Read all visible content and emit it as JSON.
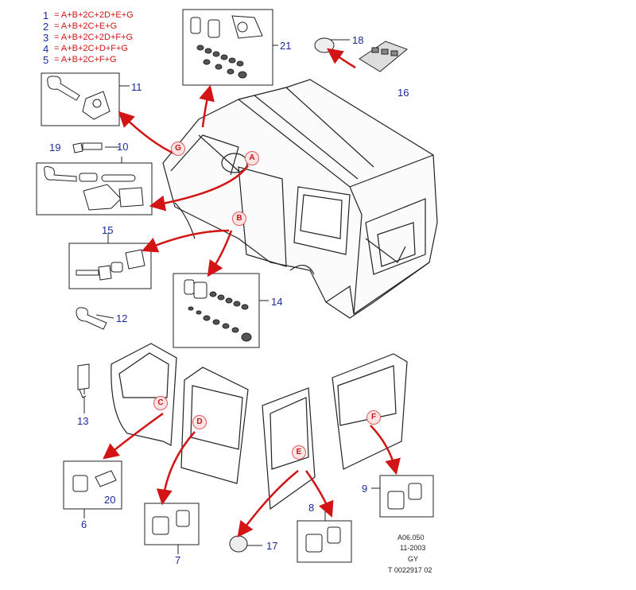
{
  "legend": [
    {
      "num": "1",
      "formula": "= A+B+2C+2D+E+G"
    },
    {
      "num": "2",
      "formula": "= A+B+2C+E+G"
    },
    {
      "num": "3",
      "formula": "= A+B+2C+2D+F+G"
    },
    {
      "num": "4",
      "formula": "= A+B+2C+D+F+G"
    },
    {
      "num": "5",
      "formula": "= A+B+2C+F+G"
    }
  ],
  "callouts": {
    "n6": "6",
    "n7": "7",
    "n8": "8",
    "n9": "9",
    "n10": "10",
    "n11": "11",
    "n12": "12",
    "n13": "13",
    "n14": "14",
    "n15": "15",
    "n16": "16",
    "n17": "17",
    "n18": "18",
    "n19": "19",
    "n20": "20",
    "n21": "21"
  },
  "markers": {
    "A": "A",
    "B": "B",
    "C": "C",
    "D": "D",
    "E": "E",
    "F": "F",
    "G": "G"
  },
  "meta": {
    "code": "A06.050",
    "date": "11-2003",
    "region": "GY",
    "drawing": "T 0022917 02"
  },
  "colors": {
    "arrow": "#d21414",
    "label": "#1a2a9a",
    "line": "#222222"
  }
}
